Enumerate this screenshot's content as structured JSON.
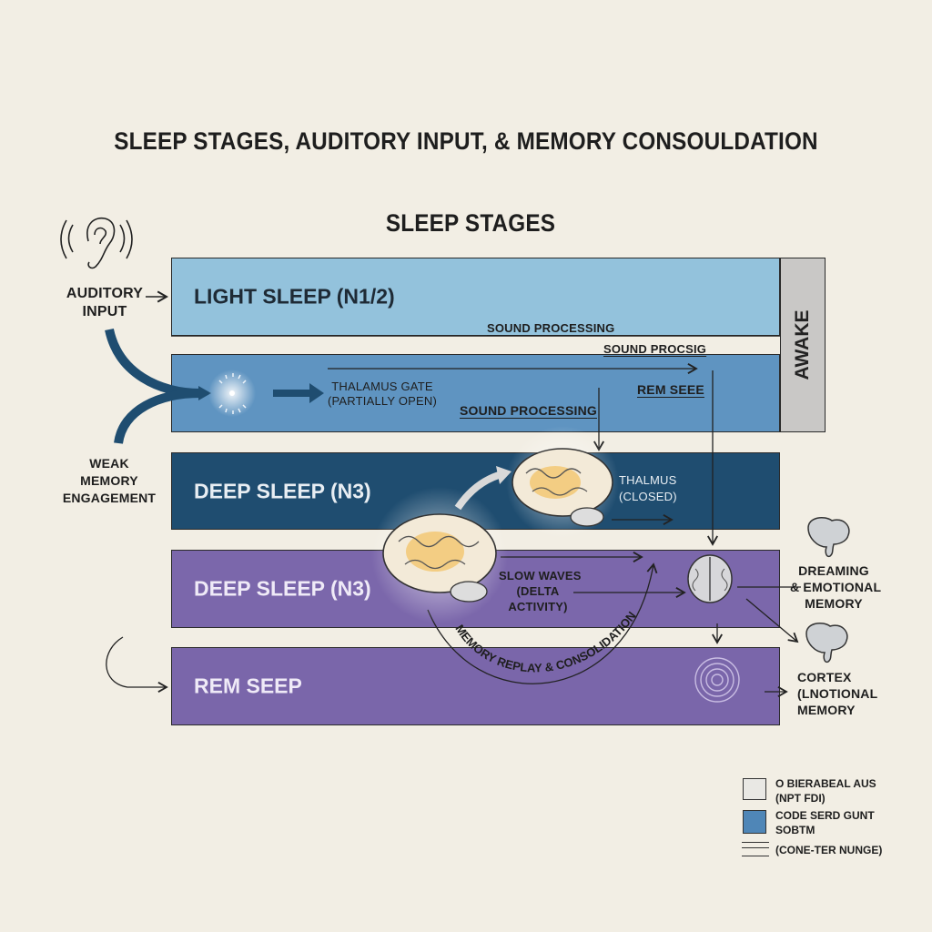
{
  "title": "SLEEP STAGES, AUDITORY INPUT, & MEMORY CONSOULDATION",
  "subtitle": "SLEEP STAGES",
  "left": {
    "auditory_input": [
      "AUDITORY",
      "INPUT"
    ],
    "weak_memory": [
      "WEAK",
      "MEMORY",
      "ENGAGEMENT"
    ]
  },
  "bands": [
    {
      "label": "LIGHT SLEEP (N1/2)",
      "color": "#93c2dc"
    },
    {
      "label": "",
      "color": "#5f94c1"
    },
    {
      "label": "DEEP SLEEP (N3)",
      "color": "#1f4d70"
    },
    {
      "label": "DEEP SLEEP (N3)",
      "color": "#7b67ab"
    },
    {
      "label": "REM SEEP",
      "color": "#7a66aa"
    }
  ],
  "awake": {
    "label": "AWAKE",
    "color": "#c9c8c6"
  },
  "annotations": {
    "sound_processing_1": "SOUND PROCESSING",
    "sound_processing_2": "SOUND PROCSIG",
    "sound_processing_3": "SOUND PROCESSING",
    "rem_seee": "REM SEEE",
    "thalamus_gate": [
      "THALAMUS GATE",
      "(PARTIALLY OPEN)"
    ],
    "thalamus_closed": [
      "THALMUS",
      "(CLOSED)"
    ],
    "slow_waves": [
      "SLOW WAVES",
      "(DELTA",
      "ACTIVITY)"
    ],
    "memory_replay": "MEMORY REPLAY & CONSOLIDATION"
  },
  "right": {
    "dreaming": [
      "DREAMING",
      "& EMOTIONAL",
      "MEMORY"
    ],
    "cortex": [
      "CORTEX",
      "(LNOTIONAL",
      "MEMORY"
    ]
  },
  "legend": [
    {
      "swatch": "#e9e8e4",
      "lines": [
        "O BIERABEAL AUS",
        "(NPT FDI)"
      ]
    },
    {
      "swatch": "#4f86b7",
      "lines": [
        "CODE SERD GUNT",
        "SOBTM"
      ]
    },
    {
      "swatch": "lines",
      "lines": [
        "(CONE-TER NUNGE)"
      ]
    }
  ]
}
